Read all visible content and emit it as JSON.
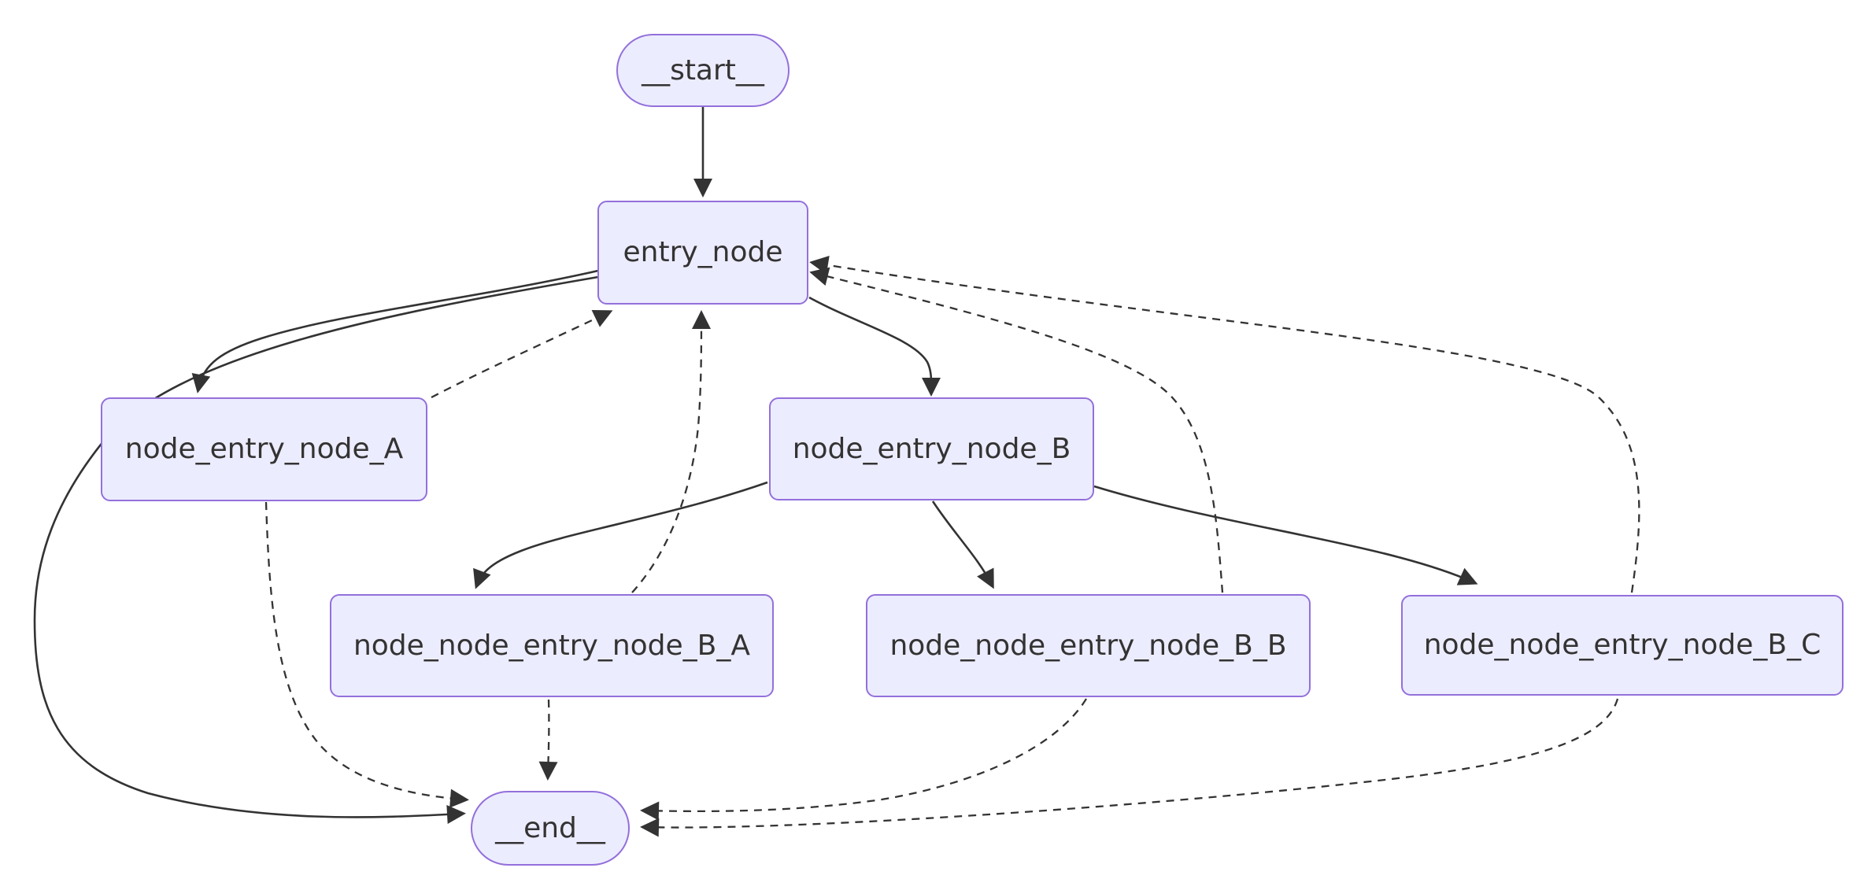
{
  "diagram": {
    "type": "flowchart",
    "colors": {
      "background": "#FFFFFF",
      "node_fill": "#ECECFF",
      "node_border": "#9370DB",
      "edge": "#333333",
      "text": "#333333"
    },
    "nodes": [
      {
        "id": "__start__",
        "label": "__start__",
        "shape": "stadium"
      },
      {
        "id": "entry_node",
        "label": "entry_node",
        "shape": "rect"
      },
      {
        "id": "node_entry_node_A",
        "label": "node_entry_node_A",
        "shape": "rect"
      },
      {
        "id": "node_entry_node_B",
        "label": "node_entry_node_B",
        "shape": "rect"
      },
      {
        "id": "node_node_entry_node_B_A",
        "label": "node_node_entry_node_B_A",
        "shape": "rect"
      },
      {
        "id": "node_node_entry_node_B_B",
        "label": "node_node_entry_node_B_B",
        "shape": "rect"
      },
      {
        "id": "node_node_entry_node_B_C",
        "label": "node_node_entry_node_B_C",
        "shape": "rect"
      },
      {
        "id": "__end__",
        "label": "__end__",
        "shape": "stadium"
      }
    ],
    "edges": [
      {
        "from": "__start__",
        "to": "entry_node",
        "style": "solid"
      },
      {
        "from": "entry_node",
        "to": "node_entry_node_A",
        "style": "solid"
      },
      {
        "from": "entry_node",
        "to": "node_entry_node_B",
        "style": "solid"
      },
      {
        "from": "entry_node",
        "to": "__end__",
        "style": "solid"
      },
      {
        "from": "node_entry_node_B",
        "to": "node_node_entry_node_B_A",
        "style": "solid"
      },
      {
        "from": "node_entry_node_B",
        "to": "node_node_entry_node_B_B",
        "style": "solid"
      },
      {
        "from": "node_entry_node_B",
        "to": "node_node_entry_node_B_C",
        "style": "solid"
      },
      {
        "from": "node_entry_node_A",
        "to": "entry_node",
        "style": "dotted"
      },
      {
        "from": "node_entry_node_A",
        "to": "__end__",
        "style": "dotted"
      },
      {
        "from": "node_node_entry_node_B_A",
        "to": "entry_node",
        "style": "dotted"
      },
      {
        "from": "node_node_entry_node_B_A",
        "to": "__end__",
        "style": "dotted"
      },
      {
        "from": "node_node_entry_node_B_B",
        "to": "entry_node",
        "style": "dotted"
      },
      {
        "from": "node_node_entry_node_B_B",
        "to": "__end__",
        "style": "dotted"
      },
      {
        "from": "node_node_entry_node_B_C",
        "to": "entry_node",
        "style": "dotted"
      },
      {
        "from": "node_node_entry_node_B_C",
        "to": "__end__",
        "style": "dotted"
      }
    ]
  }
}
